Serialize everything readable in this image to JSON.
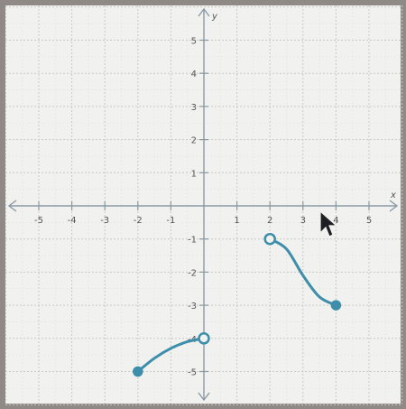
{
  "chart_data": {
    "type": "line",
    "xlabel": "x",
    "ylabel": "y",
    "xlim": [
      -6,
      6
    ],
    "ylim": [
      -6,
      6
    ],
    "grid": true,
    "x_ticks": [
      -5,
      -4,
      -3,
      -2,
      -1,
      1,
      2,
      3,
      4,
      5
    ],
    "y_ticks": [
      5,
      4,
      3,
      2,
      1,
      -1,
      -2,
      -3,
      -4,
      -5
    ],
    "x_tick_labels": [
      "-5",
      "-4",
      "-3",
      "-2",
      "-1",
      "1",
      "2",
      "3",
      "4",
      "5"
    ],
    "y_tick_labels": [
      "5",
      "4",
      "3",
      "2",
      "1",
      "-1",
      "-2",
      "-3",
      "-4",
      "-5"
    ],
    "series": [
      {
        "color": "#3d8eaa",
        "points": [
          [
            -2,
            -5
          ],
          [
            -1.5,
            -4.6
          ],
          [
            -1,
            -4.3
          ],
          [
            -0.5,
            -4.1
          ],
          [
            0,
            -4
          ]
        ],
        "start": {
          "x": -2,
          "y": -5,
          "closed": true
        },
        "end": {
          "x": 0,
          "y": -4,
          "closed": false
        }
      },
      {
        "color": "#3d8eaa",
        "points": [
          [
            2,
            -1
          ],
          [
            2.5,
            -1.3
          ],
          [
            3,
            -2.1
          ],
          [
            3.5,
            -2.75
          ],
          [
            4,
            -3
          ]
        ],
        "start": {
          "x": 2,
          "y": -1,
          "closed": false
        },
        "end": {
          "x": 4,
          "y": -3,
          "closed": true
        }
      }
    ],
    "cursor_icon": "mouse-pointer-icon"
  }
}
